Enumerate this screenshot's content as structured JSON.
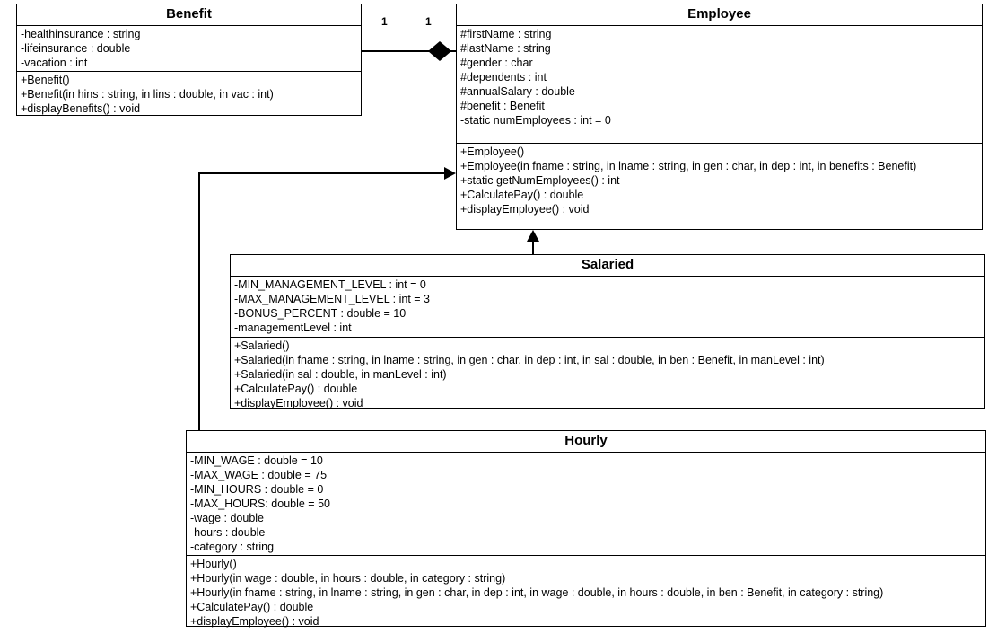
{
  "diagram": {
    "title": "Employee class hierarchy UML class diagram",
    "classes": {
      "benefit": {
        "name": "Benefit",
        "attributes": [
          "-healthinsurance : string",
          "-lifeinsurance : double",
          "-vacation : int"
        ],
        "operations": [
          "+Benefit()",
          "+Benefit(in hins : string, in lins : double, in vac : int)",
          "+displayBenefits() : void"
        ]
      },
      "employee": {
        "name": "Employee",
        "attributes": [
          "#firstName : string",
          "#lastName  : string",
          "#gender : char",
          "#dependents : int",
          "#annualSalary  : double",
          "#benefit : Benefit",
          "-static numEmployees : int = 0"
        ],
        "operations": [
          "+Employee()",
          "+Employee(in fname : string, in lname  : string, in gen : char, in dep : int, in benefits : Benefit)",
          "+static getNumEmployees() : int",
          "+CalculatePay()  : double",
          "+displayEmployee() : void"
        ]
      },
      "salaried": {
        "name": "Salaried",
        "attributes": [
          "-MIN_MANAGEMENT_LEVEL : int = 0",
          "-MAX_MANAGEMENT_LEVEL : int = 3",
          "-BONUS_PERCENT  : double = 10",
          "-managementLevel : int"
        ],
        "operations": [
          "+Salaried()",
          "+Salaried(in  fname : string, in lname : string, in gen : char, in dep : int, in sal : double, in ben : Benefit, in manLevel : int)",
          "+Salaried(in sal : double, in manLevel : int)",
          "+CalculatePay()  : double",
          "+displayEmployee() : void"
        ]
      },
      "hourly": {
        "name": "Hourly",
        "attributes": [
          "-MIN_WAGE : double = 10",
          "-MAX_WAGE : double = 75",
          "-MIN_HOURS : double = 0",
          "-MAX_HOURS: double = 50",
          "-wage : double",
          "-hours : double",
          "-category : string"
        ],
        "operations": [
          "+Hourly()",
          "+Hourly(in wage : double, in hours : double, in category : string)",
          "+Hourly(in fname : string, in lname : string, in gen : char, in dep : int, in wage : double,  in hours : double, in ben : Benefit, in category : string)",
          "+CalculatePay()  : double",
          "+displayEmployee() : void"
        ]
      }
    },
    "relationships": {
      "benefit_employee": {
        "type": "composition",
        "source_multiplicity": "1",
        "target_multiplicity": "1"
      },
      "salaried_employee": {
        "type": "generalization"
      },
      "hourly_employee": {
        "type": "generalization"
      }
    },
    "colors": {
      "line": "#000000",
      "background": "#ffffff",
      "text": "#000000"
    }
  }
}
